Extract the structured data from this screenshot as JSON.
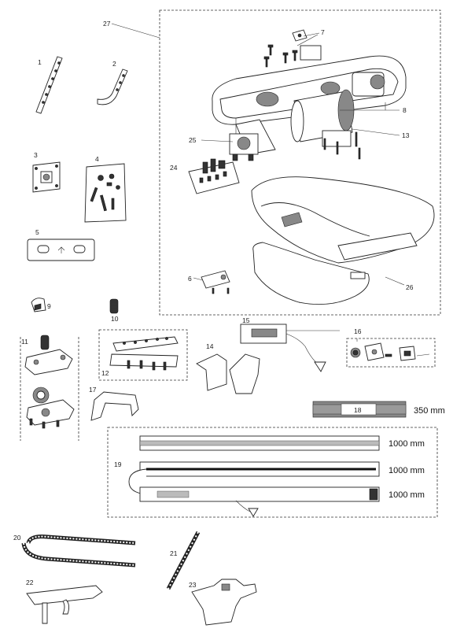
{
  "parts": {
    "p1": "1",
    "p2": "2",
    "p3": "3",
    "p4": "4",
    "p5": "5",
    "p6": "6",
    "p7": "7",
    "p8": "8",
    "p9": "9",
    "p10": "10",
    "p11": "11",
    "p12": "12",
    "p13": "13",
    "p14": "14",
    "p15": "15",
    "p16": "16",
    "p17": "17",
    "p18": "18",
    "p19": "19",
    "p20": "20",
    "p21": "21",
    "p22": "22",
    "p23": "23",
    "p24": "24",
    "p25": "25",
    "p26": "26",
    "p27": "27"
  },
  "dimensions": {
    "d18": "350 mm",
    "d19a": "1000 mm",
    "d19b": "1000 mm",
    "d19c": "1000 mm"
  }
}
